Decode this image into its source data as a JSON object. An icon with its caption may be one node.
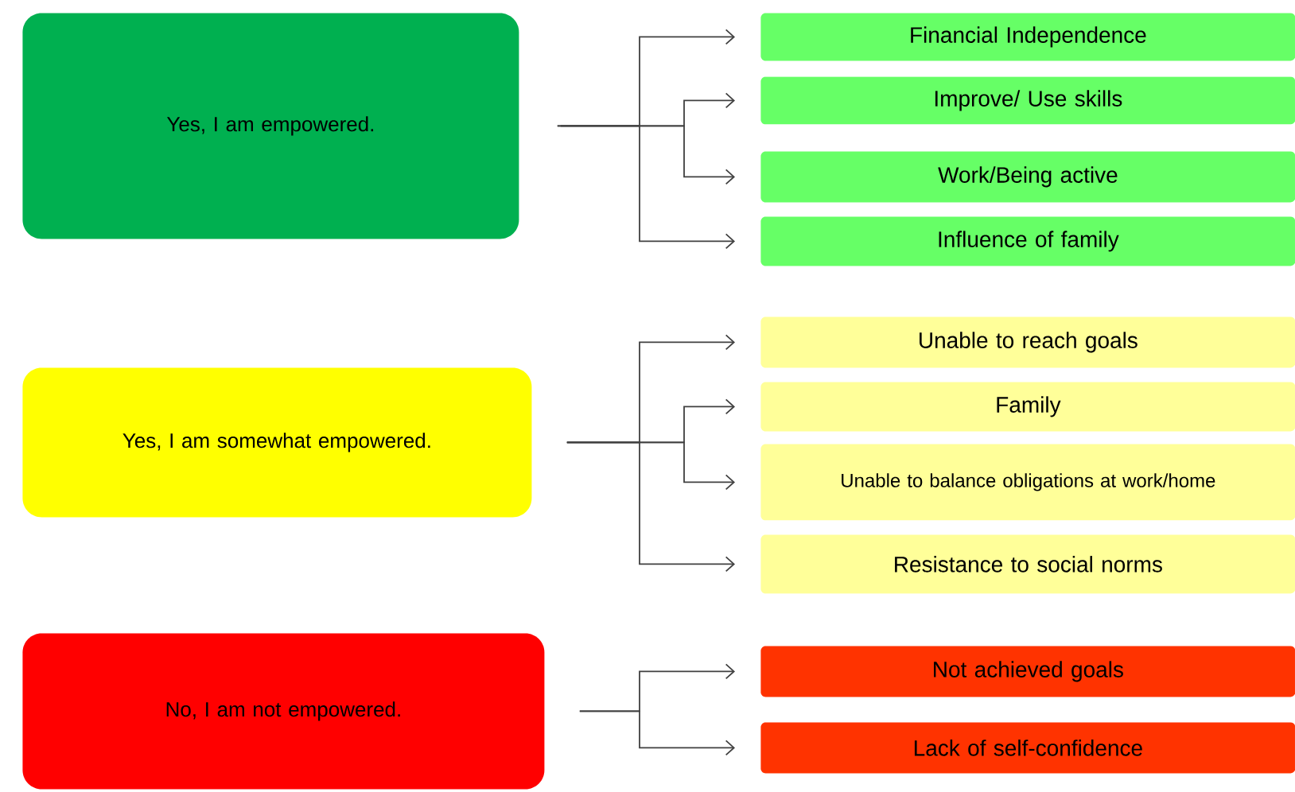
{
  "diagram": {
    "nodes": [
      {
        "text": [
          "Yes, I am empowered."
        ]
      },
      {
        "text": [
          "Financial Independence"
        ]
      },
      {
        "text": [
          "Improve/ Use skills"
        ]
      },
      {
        "text": [
          "Work/Being active"
        ]
      },
      {
        "text": [
          "Influence of family"
        ]
      },
      {
        "text": [
          "Yes, I am somewhat empowered."
        ]
      },
      {
        "text": [
          "Unable to reach goals"
        ]
      },
      {
        "text": [
          "Family"
        ]
      },
      {
        "text": [
          "Unable to balance obligations at work/home"
        ]
      },
      {
        "text": [
          "Resistance to social norms"
        ]
      },
      {
        "text": [
          "No, I am not empowered."
        ]
      },
      {
        "text": [
          "Not achieved goals"
        ]
      },
      {
        "text": [
          "Lack of self-confidence"
        ]
      }
    ],
    "edges": [
      {
        "from": 0,
        "to": 1,
        "arrow": "to"
      },
      {
        "from": 0,
        "to": 2,
        "arrow": "to"
      },
      {
        "from": 0,
        "to": 3,
        "arrow": "to"
      },
      {
        "from": 0,
        "to": 4,
        "arrow": "to"
      },
      {
        "from": 5,
        "to": 6,
        "arrow": "to"
      },
      {
        "from": 5,
        "to": 7,
        "arrow": "to"
      },
      {
        "from": 5,
        "to": 8,
        "arrow": "to"
      },
      {
        "from": 5,
        "to": 9,
        "arrow": "to"
      },
      {
        "from": 10,
        "to": 11,
        "arrow": "to"
      },
      {
        "from": 10,
        "to": 12,
        "arrow": "to"
      }
    ]
  }
}
